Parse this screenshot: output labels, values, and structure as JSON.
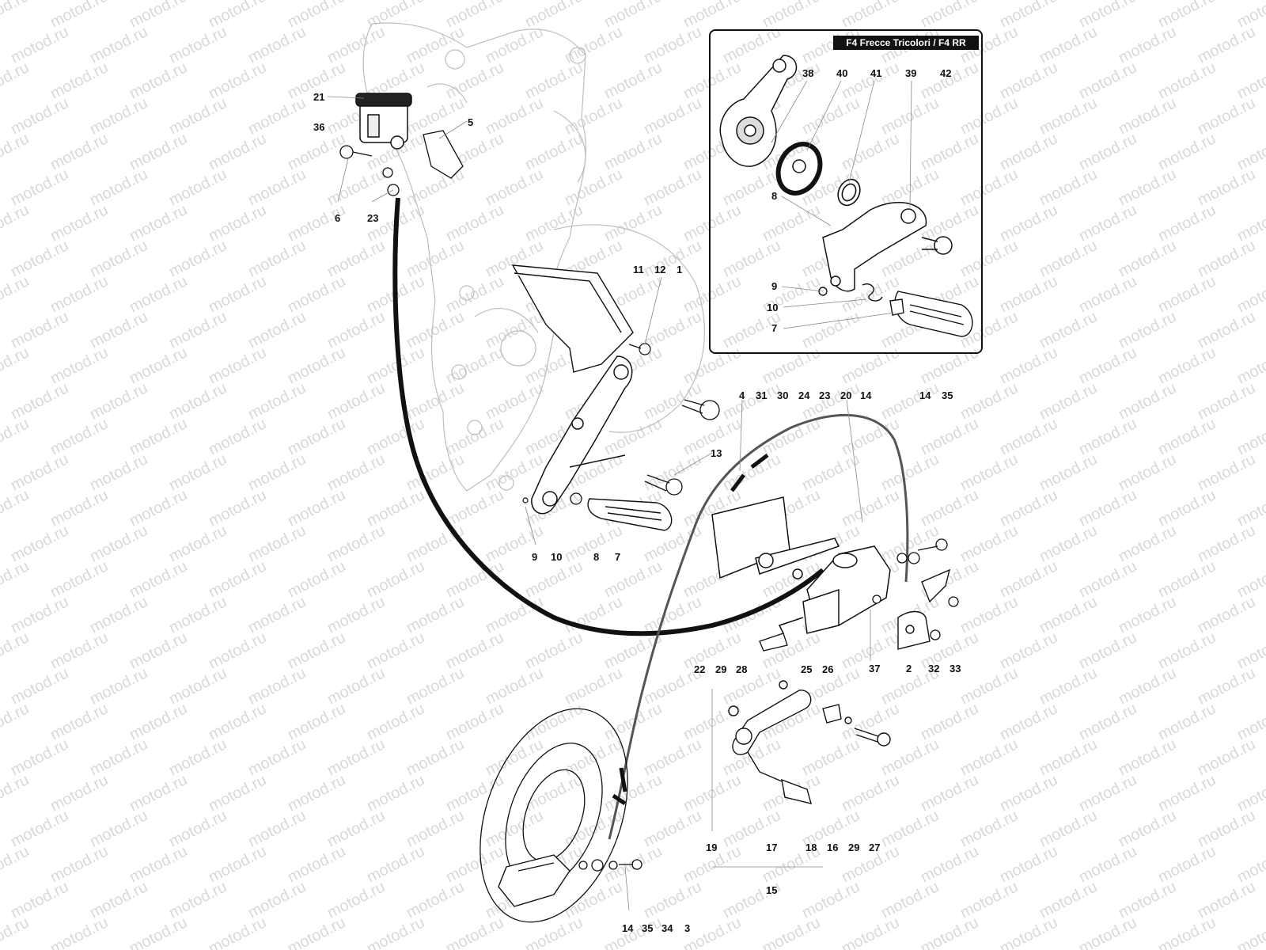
{
  "watermark": "motod.ru",
  "inset_title": "F4 Frecce Tricolori / F4 RR",
  "labels": {
    "l21": "21",
    "l36": "36",
    "l5": "5",
    "l6": "6",
    "l23a": "23",
    "l11": "11",
    "l12": "12",
    "l1": "1",
    "l13": "13",
    "l9a": "9",
    "l10a": "10",
    "l8a": "8",
    "l7a": "7",
    "l4": "4",
    "l31": "31",
    "l30": "30",
    "l24": "24",
    "l23b": "23",
    "l20": "20",
    "l14a": "14",
    "l14b": "14",
    "l35a": "35",
    "l22": "22",
    "l29a": "29",
    "l28": "28",
    "l25": "25",
    "l26": "26",
    "l37": "37",
    "l2": "2",
    "l32": "32",
    "l33": "33",
    "l19": "19",
    "l17": "17",
    "l18": "18",
    "l16": "16",
    "l29b": "29",
    "l27": "27",
    "l15": "15",
    "l14c": "14",
    "l35b": "35",
    "l34": "34",
    "l3": "3",
    "i38": "38",
    "i40": "40",
    "i41": "41",
    "i39": "39",
    "i42": "42",
    "i8": "8",
    "i9": "9",
    "i10": "10",
    "i7": "7"
  },
  "colors": {
    "ink": "#111111",
    "faint": "#bbbbbb",
    "watermark": "#d9d9d9"
  }
}
